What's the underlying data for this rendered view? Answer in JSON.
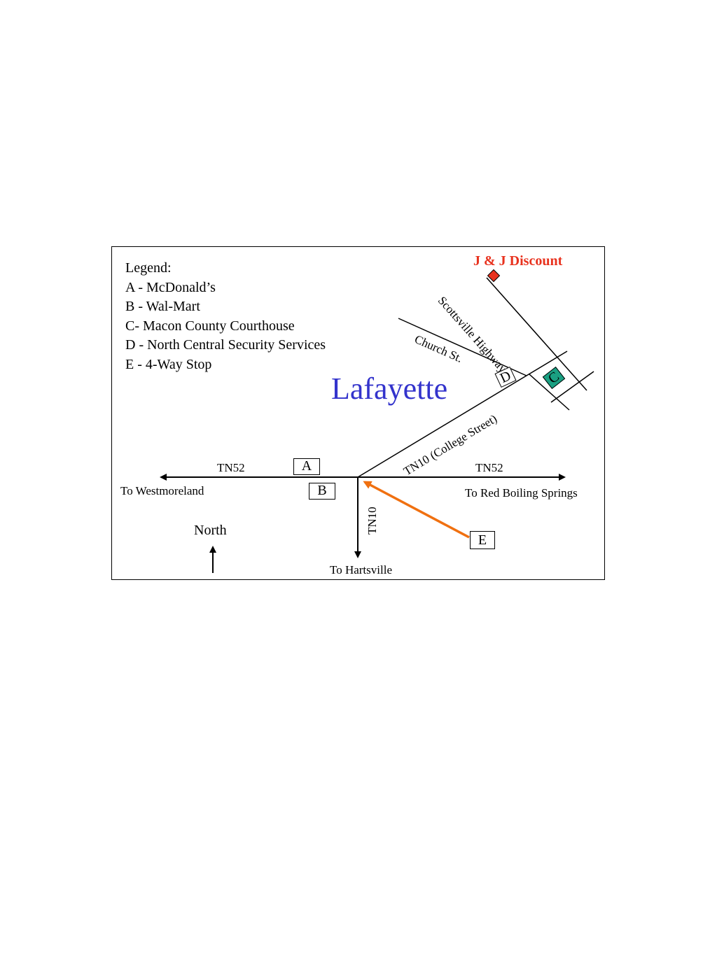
{
  "legend": {
    "title": "Legend:",
    "items": [
      "A - McDonald’s",
      "B - Wal-Mart",
      "C- Macon County Courthouse",
      "D - North Central Security Services",
      "E - 4-Way Stop"
    ]
  },
  "town": "Lafayette",
  "destination": {
    "label": "J & J Discount",
    "color": "#e8321e"
  },
  "roads": {
    "tn52_west": "TN52",
    "tn52_east": "TN52",
    "tn10_south": "TN10",
    "tn10_college": "TN10 (College Street)",
    "church": "Church St.",
    "scottsville": "Scottsville Highway"
  },
  "directions": {
    "west": "To Westmoreland",
    "east": "To Red Boiling Springs",
    "south": "To Hartsville",
    "north": "North"
  },
  "markers": {
    "a": "A",
    "b": "B",
    "c": "C",
    "d": "D",
    "e": "E"
  },
  "colors": {
    "town": "#3333cc",
    "courthouse": "#1aa082",
    "route": "#f07010"
  }
}
